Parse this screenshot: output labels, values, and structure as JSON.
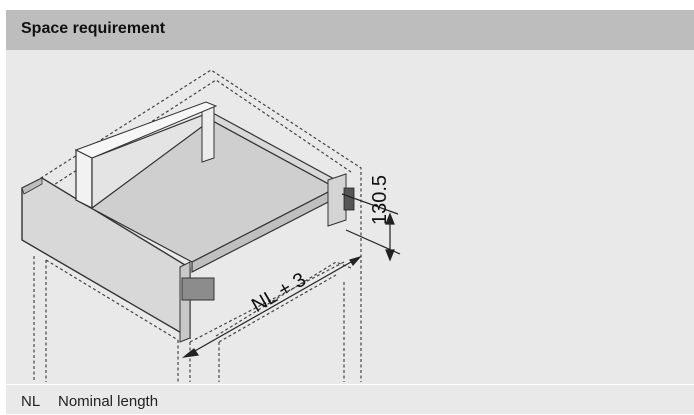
{
  "header": {
    "title": "Space requirement"
  },
  "figure": {
    "dimension_height": "130.5",
    "dimension_length": "NL + 3"
  },
  "legend": {
    "abbr": "NL",
    "description": "Nominal length"
  }
}
